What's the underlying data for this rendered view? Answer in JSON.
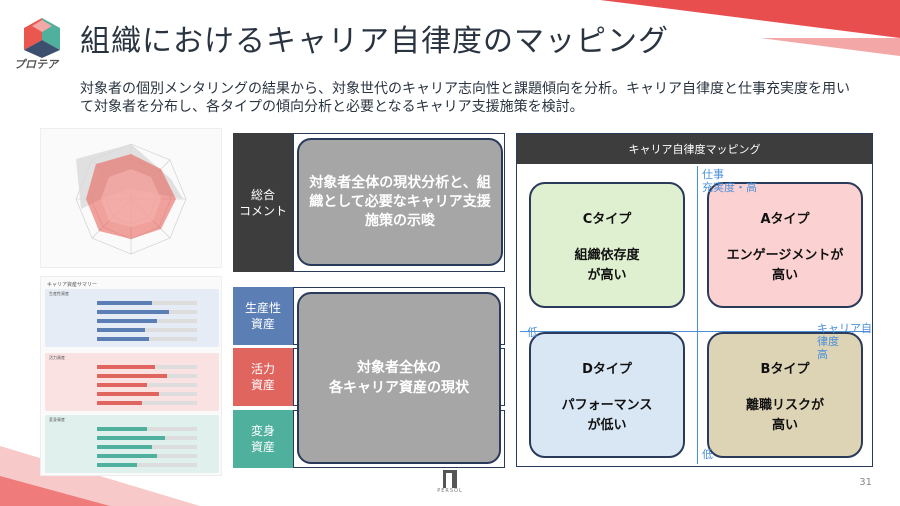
{
  "brand": {
    "logo_text": "プロテア",
    "footer_logo_text": "PERSOL"
  },
  "title": "組織におけるキャリア自律度のマッピング",
  "subtitle": "対象者の個別メンタリングの結果から、対象世代のキャリア志向性と課題傾向を分析。キャリア自律度と仕事充実度を用いて対象者を分布し、各タイプの傾向分析と必要となるキャリア支援施策を検討。",
  "page_number": "31",
  "left_panel": {
    "summary_title": "キャリア資産サマリー",
    "sections": [
      {
        "label": "生産性資産",
        "color": "#5b7fb5",
        "bg": "#e6ecf5",
        "rows": [
          {
            "value": 0.55
          },
          {
            "value": 0.72
          },
          {
            "value": 0.6
          },
          {
            "value": 0.48
          },
          {
            "value": 0.52
          }
        ]
      },
      {
        "label": "活力資産",
        "color": "#e0655f",
        "bg": "#f9e2e1",
        "rows": [
          {
            "value": 0.58
          },
          {
            "value": 0.7
          },
          {
            "value": 0.5
          },
          {
            "value": 0.62
          },
          {
            "value": 0.45
          }
        ]
      },
      {
        "label": "変身資産",
        "color": "#4fb09d",
        "bg": "#e0f1ed",
        "rows": [
          {
            "value": 0.5
          },
          {
            "value": 0.68
          },
          {
            "value": 0.55
          },
          {
            "value": 0.6
          },
          {
            "value": 0.4
          }
        ]
      }
    ]
  },
  "middle": {
    "categories": [
      {
        "label": "総合\nコメント",
        "color": "#3d3d3d"
      },
      {
        "label": "生産性\n資産",
        "color": "#5b7fb5"
      },
      {
        "label": "活力\n資産",
        "color": "#e0655f"
      },
      {
        "label": "変身\n資産",
        "color": "#4fb09d"
      }
    ],
    "comment_text": "対象者全体の現状分析と、組織として必要なキャリア支援施策の示唆",
    "assets_text": "対象者全体の\n各キャリア資産の現状"
  },
  "mapping": {
    "header": "キャリア自律度マッピング",
    "y_axis_high": "仕事\n充実度・高",
    "y_axis_low": "低",
    "x_axis_low": "低",
    "x_axis_high": "キャリア自\n律度\n高",
    "quadrants": [
      {
        "type": "Cタイプ",
        "desc": "組織依存度\nが高い",
        "color": "#dff0d0"
      },
      {
        "type": "Aタイプ",
        "desc": "エンゲージメントが\n高い",
        "color": "#fcd1d1"
      },
      {
        "type": "Dタイプ",
        "desc": "パフォーマンス\nが低い",
        "color": "#d9e7f5"
      },
      {
        "type": "Bタイプ",
        "desc": "離職リスクが\n高い",
        "color": "#ddd3b5"
      }
    ]
  }
}
